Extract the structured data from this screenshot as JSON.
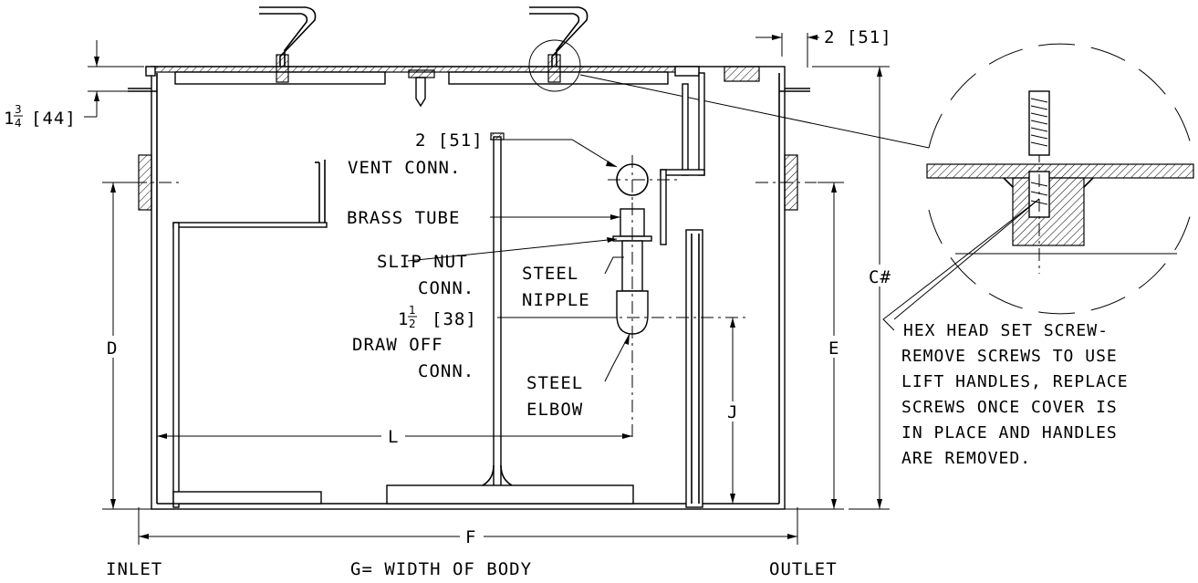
{
  "labels": {
    "dim_top_right": "2 [51]",
    "dim_flange_whole": "1",
    "dim_flange_num": "3",
    "dim_flange_den": "4",
    "dim_flange_metric": "[44]",
    "vent_size": "2 [51]",
    "vent_name": "VENT CONN.",
    "brass_tube": "BRASS TUBE",
    "slip_nut_1": "SLIP NUT",
    "slip_nut_2": "CONN.",
    "steel_nipple_1": "STEEL",
    "steel_nipple_2": "NIPPLE",
    "drawoff_whole": "1",
    "drawoff_num": "1",
    "drawoff_den": "2",
    "drawoff_metric": "[38]",
    "drawoff_1": "DRAW OFF",
    "drawoff_2": "CONN.",
    "steel_elbow_1": "STEEL",
    "steel_elbow_2": "ELBOW",
    "dim_c": "C#",
    "dim_d": "D",
    "dim_e": "E",
    "dim_j": "J",
    "dim_l": "L",
    "dim_f": "F",
    "inlet": "INLET",
    "width_of_body": "G= WIDTH OF BODY",
    "outlet": "OUTLET",
    "note_lines": [
      "HEX HEAD SET SCREW-",
      "REMOVE SCREWS TO USE",
      "LIFT HANDLES, REPLACE",
      "SCREWS ONCE COVER IS",
      "IN PLACE AND HANDLES",
      "ARE REMOVED."
    ]
  },
  "colors": {
    "line": "#000000",
    "background": "#ffffff"
  }
}
